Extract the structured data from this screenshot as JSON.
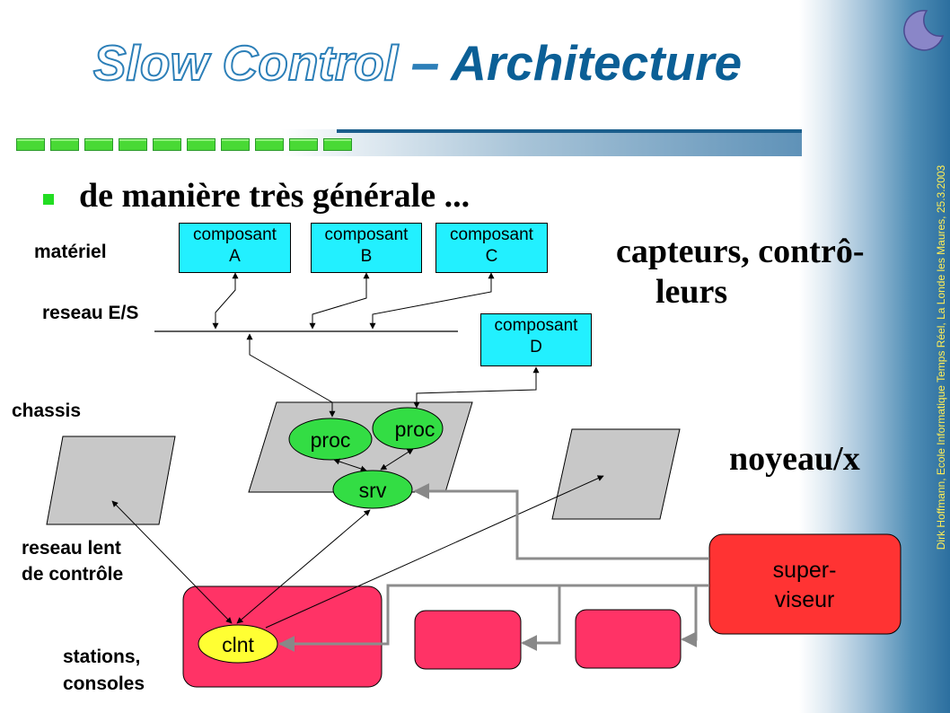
{
  "title": {
    "part_outline": "Slow Control",
    "dash": "–",
    "part_solid": "Architecture"
  },
  "headline": "de manière très générale ...",
  "sidebar_credit": "Dirk Hoffmann, Ecole Informatique Temps Réel, La Londe les Maures, 25.3.2003",
  "labels": {
    "materiel": "matériel",
    "reseau_es": "reseau E/S",
    "chassis": "chassis",
    "reseau_lent_1": "reseau lent",
    "reseau_lent_2": "de contrôle",
    "stations_1": "stations,",
    "stations_2": "consoles"
  },
  "callouts": {
    "capteurs_1": "capteurs, contrô-",
    "capteurs_2": "leurs",
    "noyeau": "noyeau/x"
  },
  "components": {
    "a": {
      "line1": "composant",
      "line2": "A"
    },
    "b": {
      "line1": "composant",
      "line2": "B"
    },
    "c": {
      "line1": "composant",
      "line2": "C"
    },
    "d": {
      "line1": "composant",
      "line2": "D"
    }
  },
  "nodes": {
    "proc1": "proc",
    "proc2": "proc",
    "srv": "srv",
    "clnt": "clnt",
    "superviseur_1": "super-",
    "superviseur_2": "viseur"
  },
  "colors": {
    "title_blue": "#0b5f96",
    "component_fill": "#22f0ff",
    "node_green": "#33dd44",
    "client_yellow": "#ffff33",
    "station_pink": "#ff3366",
    "superviseur_red": "#ff3333",
    "chassis_gray": "#c8c8c8",
    "bar_green": "#49d935"
  }
}
